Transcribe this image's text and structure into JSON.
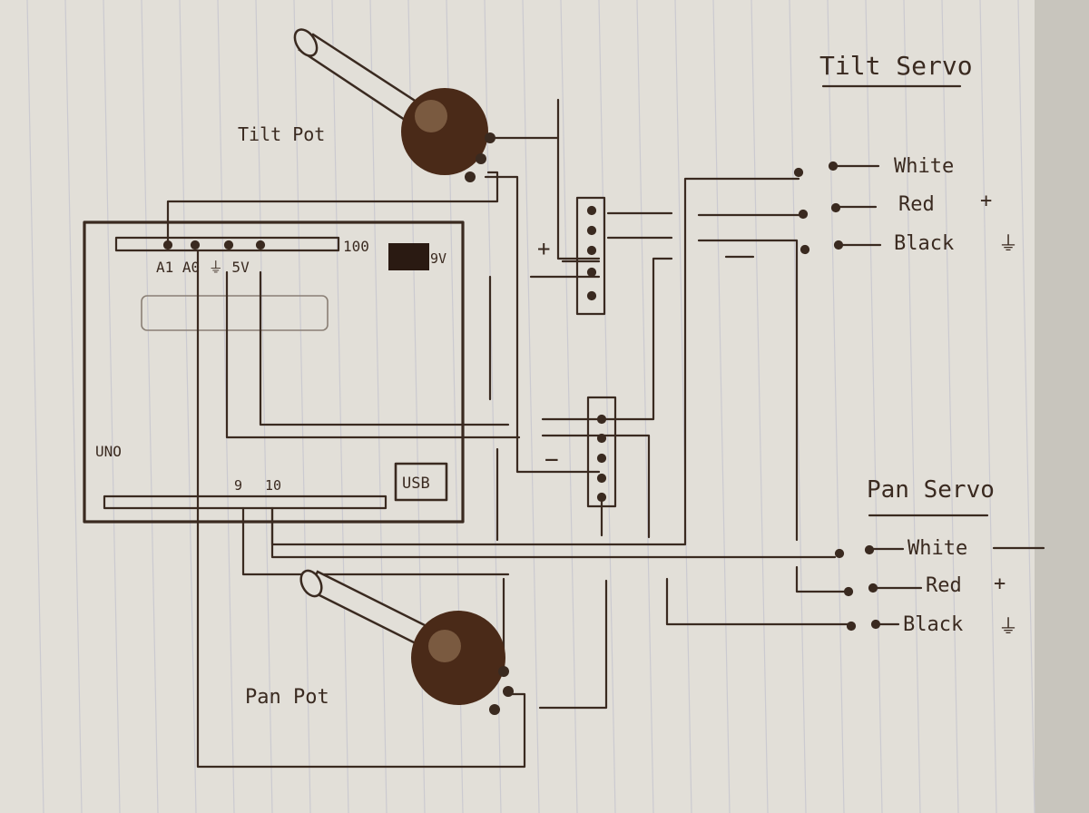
{
  "title": "Tilt Servo",
  "labels": {
    "tilt_pot": "Tilt Pot",
    "pan_pot": "Pan Pot",
    "pan_servo": "Pan Servo",
    "board": "UNO",
    "usb": "USB",
    "power_jack": "9V",
    "pins_top": "A1 A0 ⏚ 5V",
    "pins_bottom_9": "9",
    "pins_bottom_10": "10",
    "header_mark": "100",
    "plus": "+",
    "minus": "−"
  },
  "tilt_servo_wires": [
    {
      "name": "White",
      "mark": ""
    },
    {
      "name": "Red",
      "mark": "+"
    },
    {
      "name": "Black",
      "mark": "⏚"
    }
  ],
  "pan_servo_wires": [
    {
      "name": "White",
      "mark": ""
    },
    {
      "name": "Red",
      "mark": "+"
    },
    {
      "name": "Black",
      "mark": "⏚"
    }
  ],
  "colors": {
    "paper": "#e3e0d9",
    "ink": "#3a2a20",
    "rule": "#c9c7cc",
    "pot": "#4a2a18"
  }
}
